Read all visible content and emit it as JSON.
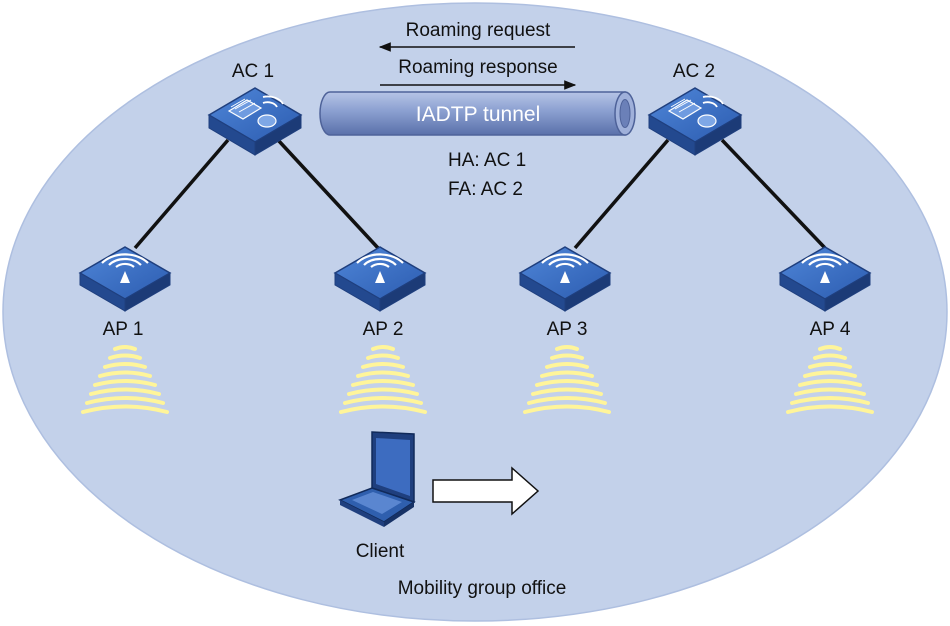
{
  "labels": {
    "roaming_request": "Roaming request",
    "roaming_response": "Roaming response",
    "tunnel": "IADTP tunnel",
    "ha": "HA: AC 1",
    "fa": "FA: AC 2",
    "client": "Client",
    "group": "Mobility group office"
  },
  "controllers": [
    {
      "id": "ac1",
      "label": "AC 1"
    },
    {
      "id": "ac2",
      "label": "AC 2"
    }
  ],
  "access_points": [
    {
      "id": "ap1",
      "label": "AP 1",
      "controller": "ac1"
    },
    {
      "id": "ap2",
      "label": "AP 2",
      "controller": "ac1"
    },
    {
      "id": "ap3",
      "label": "AP 3",
      "controller": "ac2"
    },
    {
      "id": "ap4",
      "label": "AP 4",
      "controller": "ac2"
    }
  ],
  "colors": {
    "background_ellipse": "#c3d1ea",
    "device_blue": "#2f5fae",
    "device_dark": "#1f3f7e",
    "tunnel": "#7f95c6",
    "wifi_waves": "#fff59a",
    "arrow_fill": "#ffffff"
  }
}
